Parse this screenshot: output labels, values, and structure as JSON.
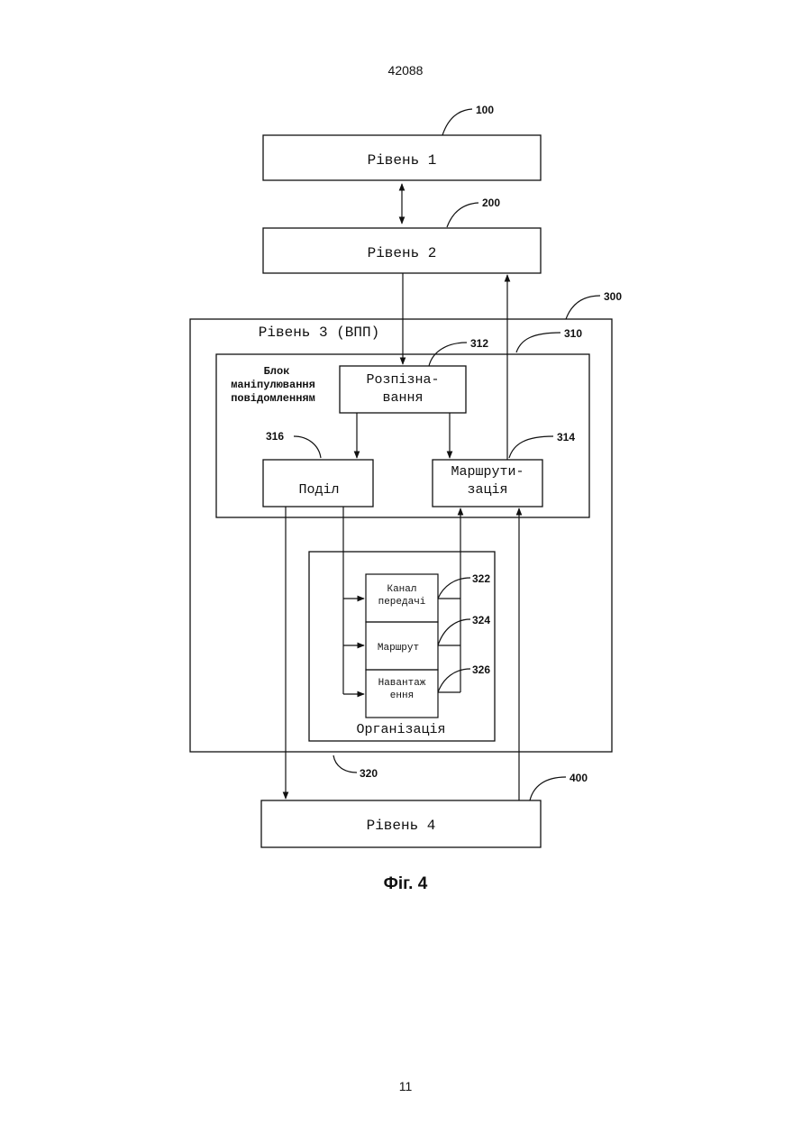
{
  "header": {
    "doc_number": "42088"
  },
  "footer": {
    "page_number": "11"
  },
  "caption": "Фіг. 4",
  "colors": {
    "line": "#111111",
    "background": "#ffffff"
  },
  "diagram": {
    "level1": {
      "label": "Рівень 1",
      "ref": "100"
    },
    "level2": {
      "label": "Рівень 2",
      "ref": "200"
    },
    "level3": {
      "label": "Рівень 3 (ВПП)",
      "ref": "300"
    },
    "message_block": {
      "label_line1": "Блок",
      "label_line2": "маніпулювання",
      "label_line3": "повідомленням",
      "ref": "310"
    },
    "recognition": {
      "label_line1": "Розпізна-",
      "label_line2": "вання",
      "ref": "312"
    },
    "routing": {
      "label_line1": "Маршрути-",
      "label_line2": "зація",
      "ref": "314"
    },
    "division": {
      "label": "Поділ",
      "ref": "316"
    },
    "organization": {
      "label": "Організація",
      "ref": "320",
      "items": [
        {
          "label_line1": "Канал",
          "label_line2": "передачі",
          "ref": "322"
        },
        {
          "label_line1": "Маршрут",
          "label_line2": "",
          "ref": "324"
        },
        {
          "label_line1": "Навантаж",
          "label_line2": "ення",
          "ref": "326"
        }
      ]
    },
    "level4": {
      "label": "Рівень 4",
      "ref": "400"
    }
  }
}
